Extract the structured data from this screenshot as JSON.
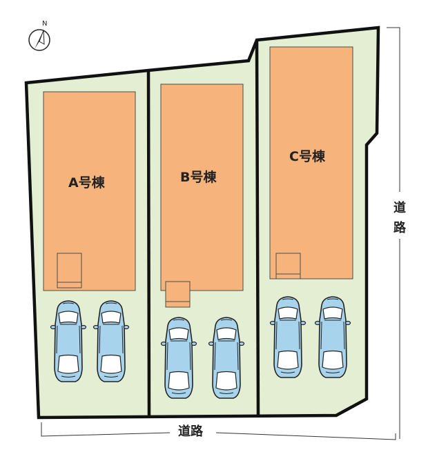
{
  "plan": {
    "compass": {
      "label": "N",
      "icon": "north-arrow-icon"
    },
    "buildings": [
      {
        "id": "a",
        "label": "A号棟"
      },
      {
        "id": "b",
        "label": "B号棟"
      },
      {
        "id": "c",
        "label": "C号棟"
      }
    ],
    "roads": {
      "bottom": {
        "label": "道路"
      },
      "right": {
        "label_top": "道",
        "label_bottom": "路"
      }
    },
    "parking": {
      "icon": "car-icon",
      "spaces_per_lot": 2
    },
    "colors": {
      "lot": "#e3eed3",
      "house": "#f6b47c",
      "car": "#a8d3ec",
      "boundary": "#111111"
    }
  }
}
